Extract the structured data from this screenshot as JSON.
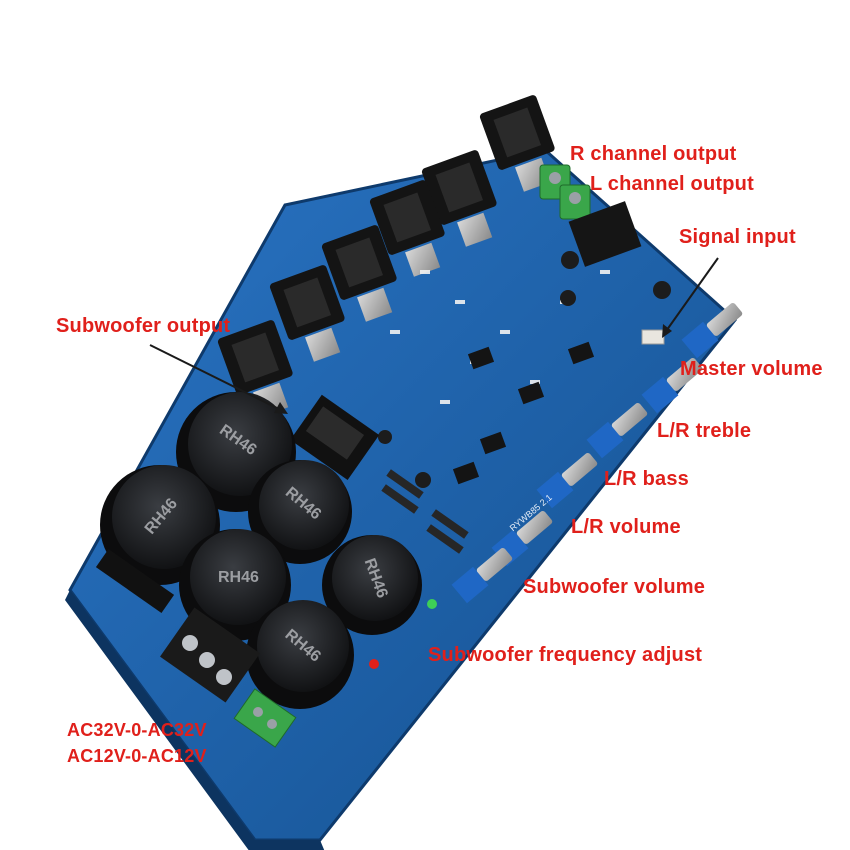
{
  "photo": {
    "capacitor_marking": "RH46",
    "board_marking": "RYWB85 2.1"
  },
  "labels": {
    "r_channel_output": "R channel output",
    "l_channel_output": "L channel output",
    "signal_input": "Signal input",
    "subwoofer_output": "Subwoofer output",
    "master_volume": "Master volume",
    "lr_treble": "L/R treble",
    "lr_bass": "L/R bass",
    "lr_volume": "L/R volume",
    "subwoofer_volume": "Subwoofer volume",
    "subwoofer_frequency_adjust": "Subwoofer frequency adjust",
    "power_ac32": "AC32V-0-AC32V",
    "power_ac12": "AC12V-0-AC12V"
  },
  "colors": {
    "label_text": "#e0201b",
    "board": "#1e5fa8",
    "capacitor": "#1a1c1e",
    "terminal": "#3aa64a"
  }
}
